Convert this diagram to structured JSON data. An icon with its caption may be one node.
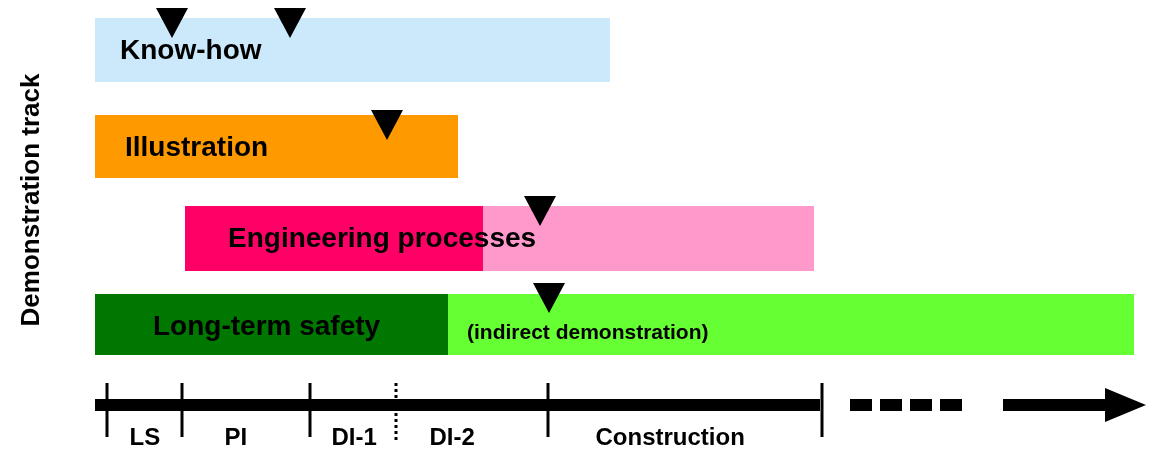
{
  "diagram": {
    "nodes": [
      {
        "text": [
          "Know-how"
        ]
      },
      {
        "text": [
          "Illustration"
        ]
      },
      {
        "text": [
          "Engineering processes"
        ]
      },
      {
        "text": [
          "Long-term safety",
          "(indirect demonstration)"
        ]
      }
    ],
    "edges": [],
    "labels": [
      "Demonstration track",
      "LS",
      "PI",
      "DI-1",
      "DI-2",
      "Construction"
    ]
  }
}
